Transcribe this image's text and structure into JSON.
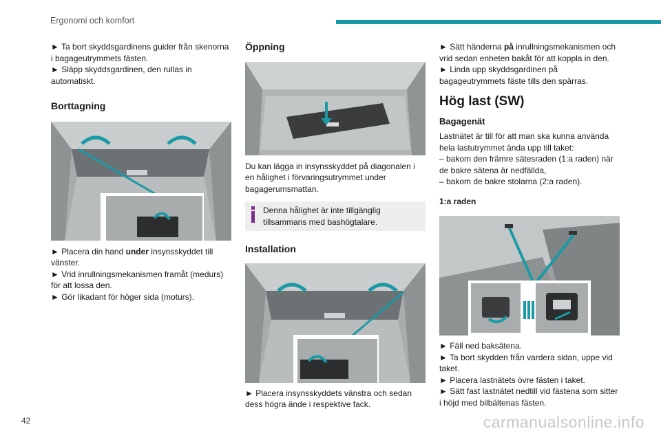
{
  "header": {
    "title": "Ergonomi och komfort",
    "accent": "#1a9aa6"
  },
  "page_number": "42",
  "watermark": "carmanualsonline.info",
  "col1": {
    "p1": "► Ta bort skyddsgardinens guider från skenorna i bagageutrymmets fästen.",
    "p2": "► Släpp skyddsgardinen, den rullas in automatiskt.",
    "h_removal": "Borttagning",
    "s1_pre": "► Placera din hand ",
    "s1_bold": "under",
    "s1_post": " insynsskyddet till vänster.",
    "s2": "► Vrid inrullningsmekanismen framåt (medurs) för att lossa den.",
    "s3": "► Gör likadant för höger sida (moturs)."
  },
  "col2": {
    "h_open": "Öppning",
    "p1": "Du kan lägga in insynsskyddet på diagonalen i en hålighet i förvaringsutrymmet under bagagerumsmattan.",
    "note": "Denna hålighet är inte tillgänglig tillsammans med bashögtalare.",
    "note_icon": "info-icon",
    "h_install": "Installation",
    "s1": "► Placera insynsskyddets vänstra och sedan dess högra ände i respektive fack."
  },
  "col3": {
    "s1_pre": "► Sätt händerna ",
    "s1_bold": "på",
    "s1_post": " inrullningsmekanismen och vrid sedan enheten bakåt för att koppla in den.",
    "s2": "► Linda upp skyddsgardinen på bagageutrymmets fäste tills den spärras.",
    "h_load": "Hög last (SW)",
    "h_net": "Bagagenät",
    "p1": "Lastnätet är till för att man ska kunna använda hela lastutrymmet ända upp till taket:",
    "d1": "– bakom den främre sätesraden (1:a raden) när de bakre sätena är nedfällda,",
    "d2": "– bakom de bakre stolarna (2:a raden).",
    "h_row": "1:a raden",
    "b1": "► Fäll ned baksätena.",
    "b2": "► Ta bort skydden från vardera sidan, uppe vid taket.",
    "b3": "► Placera lastnätets övre fästen i taket.",
    "b4": "► Sätt fast lastnätet nedtill vid fästena som sitter i höjd med bilbältenas fästen."
  }
}
